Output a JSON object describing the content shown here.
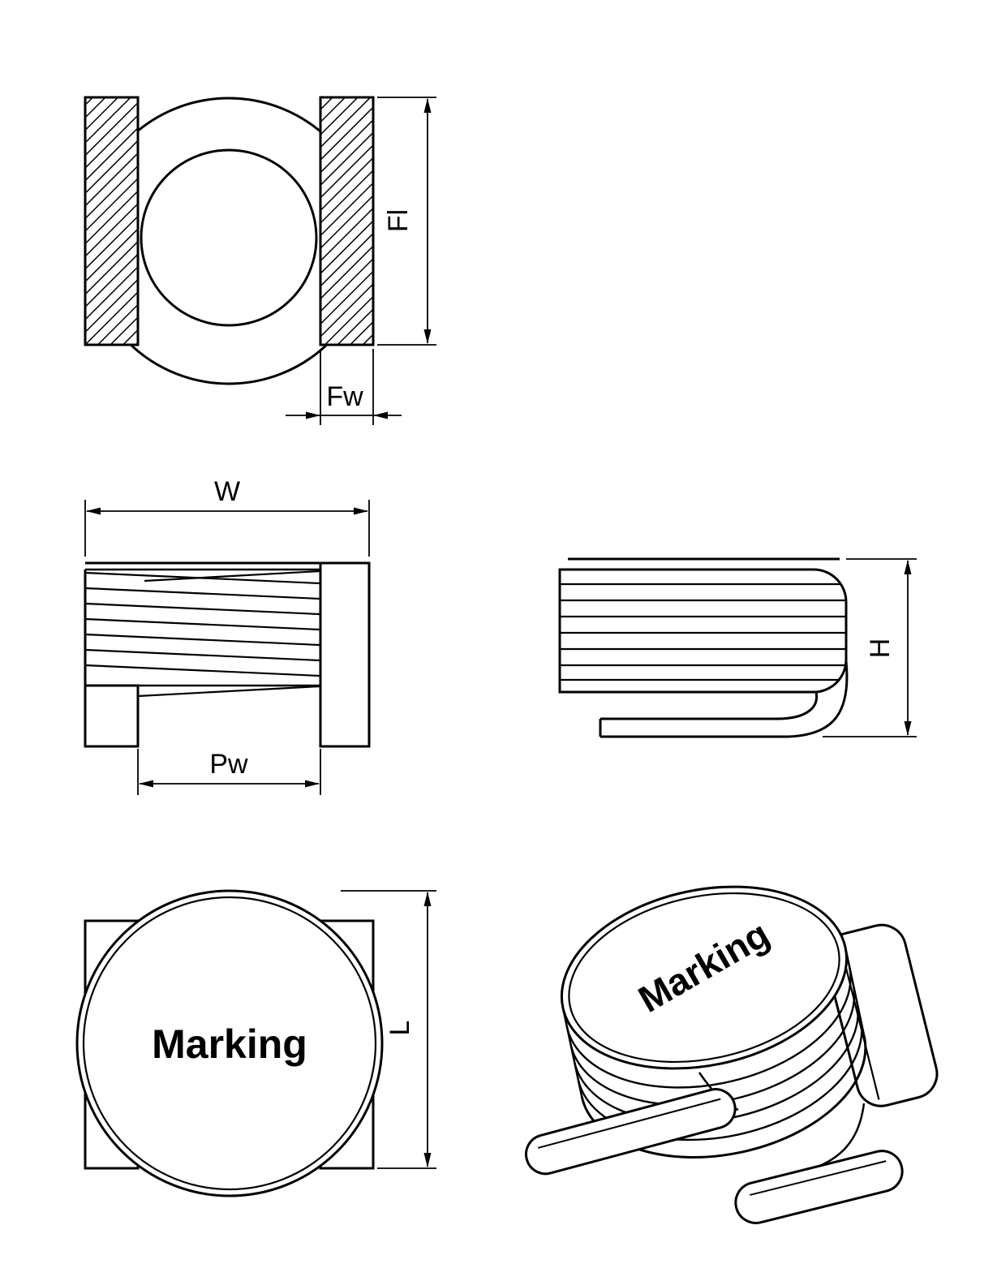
{
  "document": {
    "type": "technical-dimension-drawing",
    "subject": "SMD wound inductor, multi-view outline drawing"
  },
  "views": {
    "top_view": {
      "dim_flange_length": "Fl",
      "dim_flange_width": "Fw"
    },
    "front_view": {
      "dim_width": "W",
      "dim_pad_width": "Pw"
    },
    "side_view": {
      "dim_height": "H"
    },
    "bottom_view": {
      "dim_length": "L",
      "marking": "Marking"
    },
    "iso_view": {
      "marking": "Marking"
    }
  },
  "colors": {
    "line": "#000000",
    "background": "#ffffff"
  }
}
